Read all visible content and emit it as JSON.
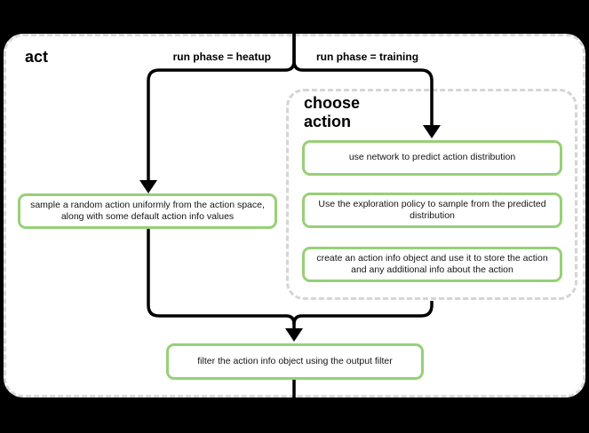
{
  "flowchart": {
    "title": "act",
    "branch_labels": {
      "heatup": "run phase = heatup",
      "training": "run phase = training"
    },
    "group": {
      "title": "choose action",
      "nodes": [
        {
          "label": "use network to predict action distribution"
        },
        {
          "label": "Use the exploration policy to sample from the predicted distribution"
        },
        {
          "label": "create an action info object and use it to store the action and any additional info about the action"
        }
      ]
    },
    "nodes": {
      "heatup_action": {
        "label": "sample a random action uniformly from the action space, along with some default action info values"
      },
      "filter": {
        "label": "filter the action info object using the output filter"
      }
    },
    "colors": {
      "background": "#000000",
      "canvas": "#ffffff",
      "node_border": "#97d077",
      "container_border": "#d5d5d5",
      "flow_line": "#000000",
      "text": "#000000"
    }
  }
}
